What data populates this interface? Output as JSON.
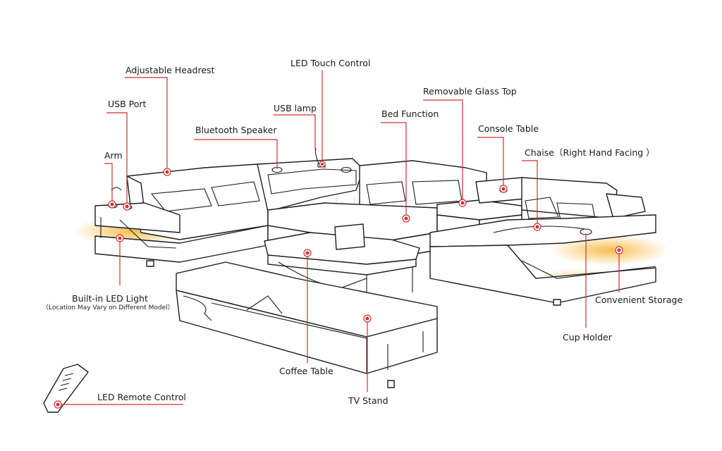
{
  "labels": {
    "adjustable_headrest": "Adjustable Headrest",
    "usb_port": "USB Port",
    "arm": "Arm",
    "bluetooth_speaker": "Bluetooth Speaker",
    "usb_lamp": "USB lamp",
    "led_touch_control": "LED Touch Control",
    "bed_function": "Bed Function",
    "removable_glass_top": "Removable Glass Top",
    "console_table": "Console Table",
    "chaise": "Chaise（Right Hand Facing ）",
    "built_in_led_light": "Built-in LED Light",
    "built_in_led_note": "（Location May Vary on Different Model）",
    "convenient_storage": "Convenient Storage",
    "cup_holder": "Cup Holder",
    "coffee_table": "Coffee Table",
    "tv_stand": "TV Stand",
    "led_remote_control": "LED Remote Control"
  },
  "watermark": "Jubilee Furniture",
  "colors": {
    "leader_line": "#d32f2f",
    "marker_dot": "#d32f2f",
    "led_glow": "#f6b83c",
    "outline": "#1c1c1c"
  }
}
